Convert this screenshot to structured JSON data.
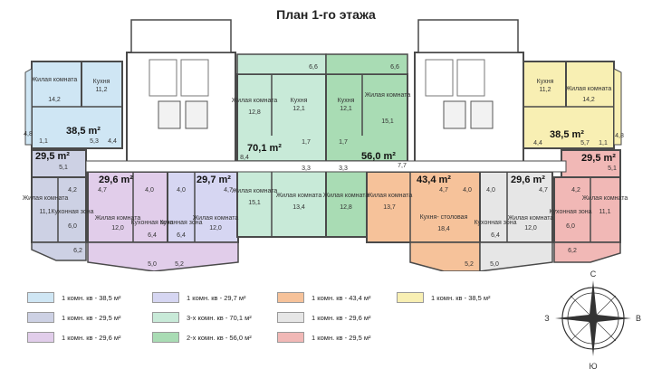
{
  "title": "План 1-го этажа",
  "colors": {
    "blue": "#cfe6f4",
    "lavender": "#d6d6f2",
    "mint": "#c8ead8",
    "green": "#a9dcb4",
    "orange": "#f6c29a",
    "yellow": "#f8efb3",
    "grey_purple": "#cdd1e4",
    "pink_purple": "#e1cdea",
    "rose": "#f1b8b6",
    "light_grey": "#e6e6e6",
    "wall": "#4a4a4a"
  },
  "apartments": [
    {
      "area": "38,5 m²",
      "rooms": [
        {
          "name": "Жилая\nкомната",
          "value": "14,2"
        },
        {
          "name": "Кухня",
          "value": "11,2"
        }
      ],
      "extras": [
        "5,3",
        "4,4",
        "1,1",
        "4,8"
      ]
    },
    {
      "area": "29,5 m²",
      "rooms": [
        {
          "name": "Жилая\nкомната",
          "value": "11,1"
        },
        {
          "name": "Кухонная\nзона",
          "value": "6,0"
        }
      ],
      "extras": [
        "5,1",
        "4,2",
        "6,2"
      ]
    },
    {
      "area": "29,6 m²",
      "rooms": [
        {
          "name": "Жилая\nкомната",
          "value": "12,0"
        },
        {
          "name": "Кухонная\nзона",
          "value": "6,4"
        }
      ],
      "extras": [
        "4,7",
        "4,0",
        "5,0"
      ]
    },
    {
      "area": "29,7 m²",
      "rooms": [
        {
          "name": "Жилая\nкомната",
          "value": "12,0"
        },
        {
          "name": "Кухонная\nзона",
          "value": "6,4"
        }
      ],
      "extras": [
        "4,0",
        "4,7",
        "5,2"
      ]
    },
    {
      "area": "70,1 m²",
      "rooms": [
        {
          "name": "Жилая\nкомната",
          "value": "12,8"
        },
        {
          "name": "Кухня",
          "value": "12,1"
        },
        {
          "name": "Жилая\nкомната",
          "value": "15,1"
        },
        {
          "name": "Жилая\nкомната",
          "value": "13,4"
        }
      ],
      "extras": [
        "6,6",
        "1,7",
        "3,3",
        "8,4"
      ]
    },
    {
      "area": "56,0 m²",
      "rooms": [
        {
          "name": "Кухня",
          "value": "12,1"
        },
        {
          "name": "Жилая\nкомната",
          "value": "15,1"
        },
        {
          "name": "Жилая\nкомната",
          "value": "12,8"
        }
      ],
      "extras": [
        "6,6",
        "1,7",
        "3,3"
      ]
    },
    {
      "area": "43,4 m²",
      "rooms": [
        {
          "name": "Жилая\nкомната",
          "value": "13,7"
        },
        {
          "name": "Кухня-\nстоловая",
          "value": "18,4"
        }
      ],
      "extras": [
        "7,7",
        "4,7",
        "4,0",
        "5,2"
      ]
    },
    {
      "area": "29,6 m²",
      "rooms": [
        {
          "name": "Кухонная\nзона",
          "value": "6,4"
        },
        {
          "name": "Жилая\nкомната",
          "value": "12,0"
        }
      ],
      "extras": [
        "4,0",
        "4,7",
        "5,0"
      ]
    },
    {
      "area": "38,5 m²",
      "rooms": [
        {
          "name": "Кухня",
          "value": "11,2"
        },
        {
          "name": "Жилая\nкомната",
          "value": "14,2"
        }
      ],
      "extras": [
        "4,4",
        "5,7",
        "1,1",
        "4,8"
      ]
    },
    {
      "area": "29,5 m²",
      "rooms": [
        {
          "name": "Жилая\nкомната",
          "value": "11,1"
        },
        {
          "name": "Кухонная\nзона",
          "value": "6,0"
        }
      ],
      "extras": [
        "5,1",
        "4,2",
        "6,2"
      ]
    }
  ],
  "legend": [
    {
      "label": "1 комн. кв - 38,5 м²",
      "color": "#cfe6f4"
    },
    {
      "label": "1 комн. кв - 29,7 м²",
      "color": "#d6d6f2"
    },
    {
      "label": "1 комн. кв - 43,4 м²",
      "color": "#f6c29a"
    },
    {
      "label": "1 комн. кв - 38,5 м²",
      "color": "#f8efb3"
    },
    {
      "label": "1 комн. кв - 29,5 м²",
      "color": "#cdd1e4"
    },
    {
      "label": "3-х комн. кв - 70,1 м²",
      "color": "#c8ead8"
    },
    {
      "label": "1 комн. кв - 29,6 м²",
      "color": "#e6e6e6"
    },
    {
      "label": "1 комн. кв - 29,6 м²",
      "color": "#e1cdea"
    },
    {
      "label": "2-х комн. кв - 56,0 м²",
      "color": "#a9dcb4"
    },
    {
      "label": "1 комн. кв - 29,5 м²",
      "color": "#f1b8b6"
    }
  ],
  "compass": {
    "north": "С",
    "south": "Ю",
    "west": "З",
    "east": "В"
  }
}
